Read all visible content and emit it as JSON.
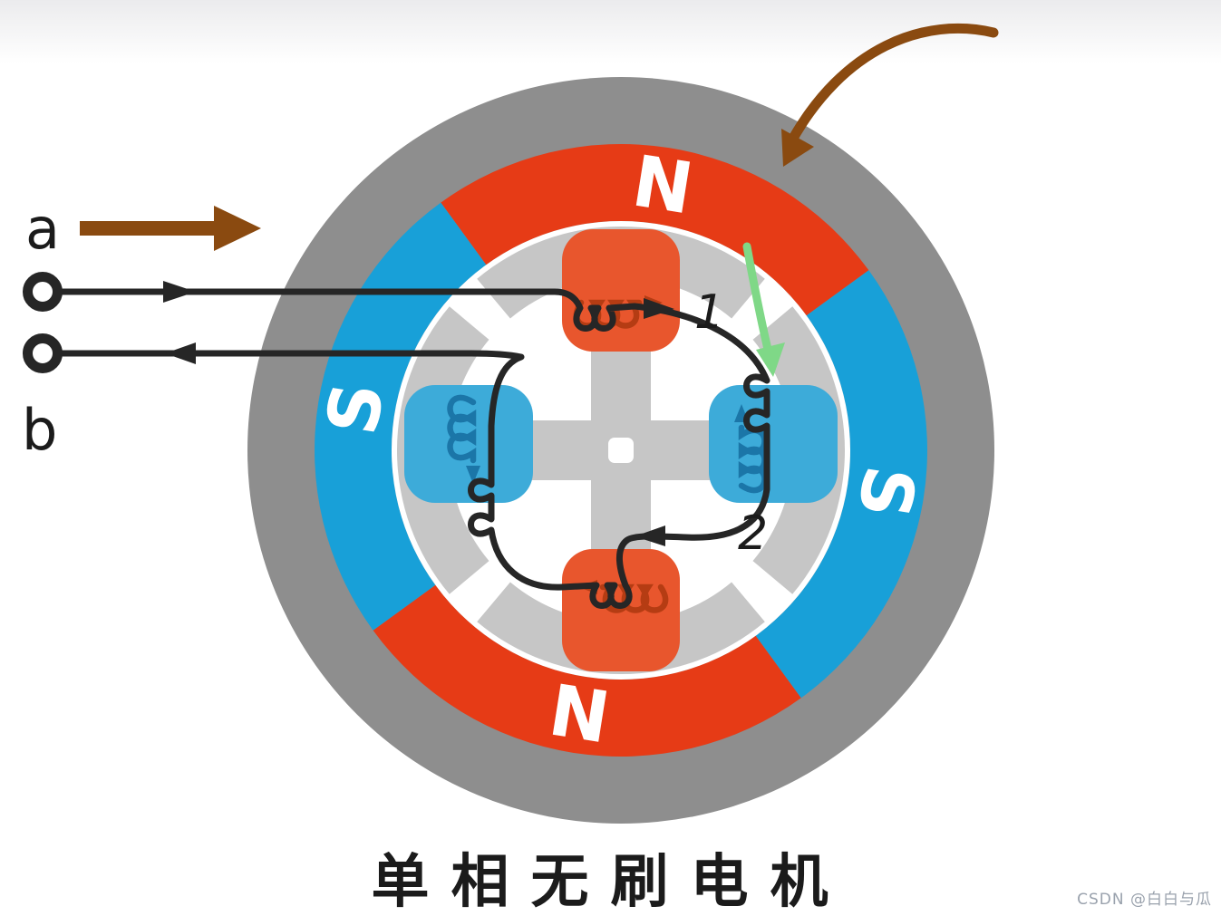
{
  "caption": {
    "text": "单相无刷电机"
  },
  "watermark": {
    "text": "CSDN @白白与瓜"
  },
  "terminals": {
    "a_label": "a",
    "b_label": "b"
  },
  "coil_labels": {
    "coil1": "1",
    "coil2": "2"
  },
  "magnet_labels": {
    "top": "N",
    "right": "S",
    "bottom": "N",
    "left": "S"
  },
  "colors": {
    "stator_gray": "#8e8e8e",
    "pole_shoe_gray": "#c6c6c6",
    "magnet_red": "#e63b16",
    "magnet_blue": "#18a0d8",
    "pole_red": "#e8562d",
    "pole_blue": "#3dabd9",
    "coil_red": "#b53c13",
    "coil_blue": "#1b76a8",
    "wire_black": "#262626",
    "arrow_brown": "#8a4a10",
    "arrow_green": "#7fd887",
    "label_black": "#1b1b1b",
    "watermark_gray": "#9aa2ad",
    "rotor_white": "#ffffff"
  }
}
